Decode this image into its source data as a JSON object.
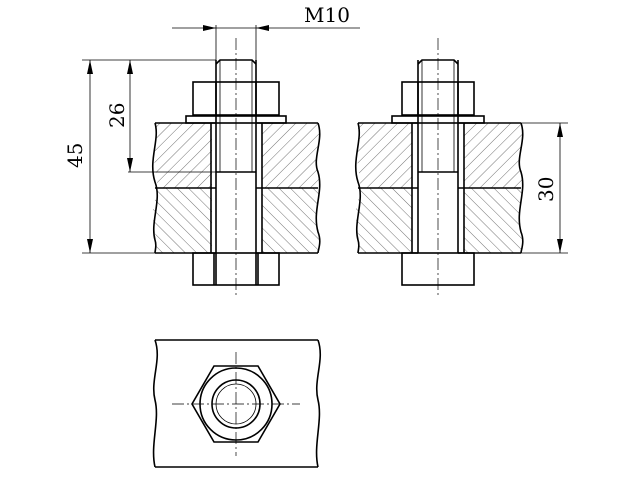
{
  "dimensions": {
    "thread": "M10",
    "total_thickness": "45",
    "plate_thickness": "26",
    "right_thickness": "30"
  },
  "colors": {
    "line": "#000000",
    "background": "#ffffff"
  }
}
